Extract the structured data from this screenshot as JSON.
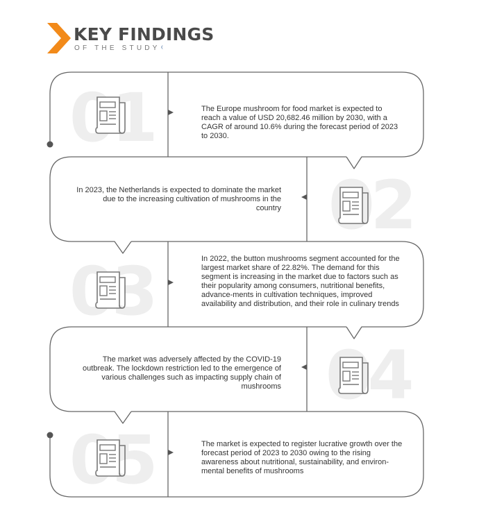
{
  "header": {
    "title": "KEY FINDINGS",
    "subtitle": "OF THE STUDY",
    "accent_color": "#f28a1a"
  },
  "findings": [
    {
      "number": "01",
      "icon": "document-icon",
      "text": "The Europe mushroom for food market is expected to reach a value of USD 20,682.46 million by 2030, with a CAGR of around 10.6% during the forecast period of 2023 to 2030."
    },
    {
      "number": "02",
      "icon": "document-icon",
      "text": "In 2023, the Netherlands is expected to dominate the market due to the increasing cultivation of mushrooms in the country"
    },
    {
      "number": "03",
      "icon": "document-icon",
      "text": "In 2022, the button mushrooms segment accounted for the largest market share of 22.82%. The demand for this segment is increasing in the market due to factors such as their popularity among consumers, nutritional benefits, advance-ments in cultivation techniques, improved availability and distribution, and their role in culinary trends"
    },
    {
      "number": "04",
      "icon": "document-icon",
      "text": "The market was adversely affected by the COVID-19 outbreak. The lockdown restriction led to the emergence of various challenges such as impacting supply chain of mushrooms"
    },
    {
      "number": "05",
      "icon": "document-icon",
      "text": "The market is expected to register lucrative growth over the forecast period of 2023 to 2030 owing to the rising awareness about nutritional, sustainability, and environ-mental benefits of mushrooms"
    }
  ]
}
